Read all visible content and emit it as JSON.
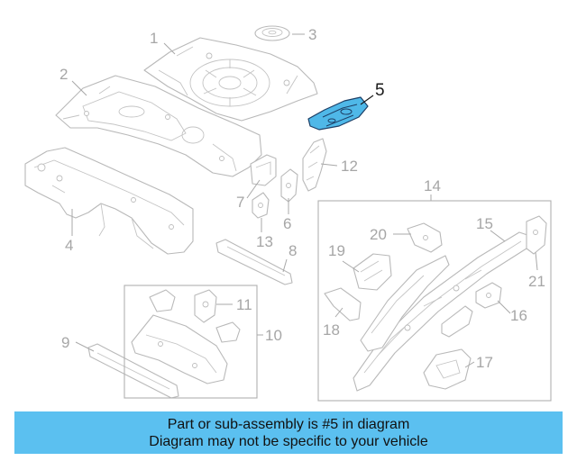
{
  "diagram": {
    "highlight_part": "5",
    "highlight_color": "#4fb8e8",
    "callouts": [
      "1",
      "2",
      "3",
      "4",
      "5",
      "6",
      "7",
      "8",
      "9",
      "10",
      "11",
      "12",
      "13",
      "14",
      "15",
      "16",
      "17",
      "18",
      "19",
      "20",
      "21"
    ]
  },
  "banner": {
    "line1": "Part or sub-assembly is #5 in diagram",
    "line2": "Diagram may not be specific to your vehicle",
    "color": "#5bc0f0"
  }
}
